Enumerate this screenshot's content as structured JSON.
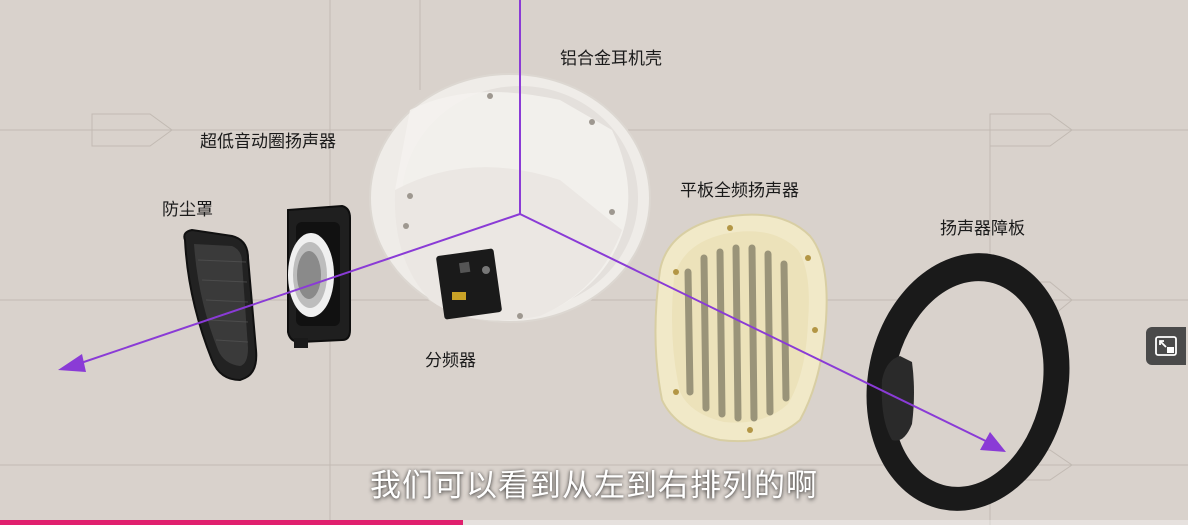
{
  "labels": {
    "housing": "铝合金耳机壳",
    "subwoofer": "超低音动圈扬声器",
    "dust_cover": "防尘罩",
    "planar_driver": "平板全频扬声器",
    "baffle": "扬声器障板",
    "crossover": "分频器"
  },
  "subtitle": "我们可以看到从左到右排列的啊",
  "colors": {
    "background": "#d9d2cc",
    "axis": "#8a3bd6",
    "progress": "#e0206e"
  },
  "player": {
    "pip_icon": "picture-in-picture-icon",
    "progress_fraction": 0.39
  }
}
